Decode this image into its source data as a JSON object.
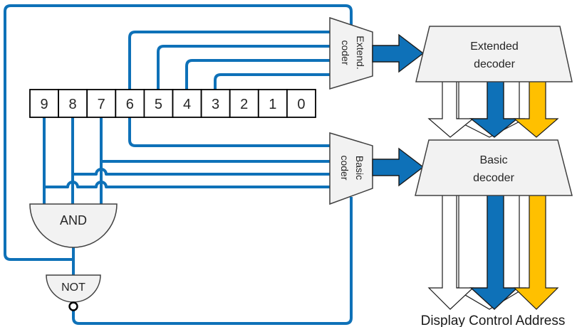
{
  "register": {
    "cells": [
      "9",
      "8",
      "7",
      "6",
      "5",
      "4",
      "3",
      "2",
      "1",
      "0"
    ]
  },
  "coders": {
    "extended": {
      "line1": "Extend.",
      "line2": "coder"
    },
    "basic": {
      "line1": "Basic",
      "line2": "coder"
    }
  },
  "decoders": {
    "extended": {
      "line1": "Extended",
      "line2": "decoder"
    },
    "basic": {
      "line1": "Basic",
      "line2": "decoder"
    }
  },
  "gates": {
    "and": "AND",
    "not": "NOT"
  },
  "caption": "Display Control Address",
  "colors": {
    "wire_blue": "#0e71b8",
    "arrow_blue": "#0e71b8",
    "arrow_yellow": "#ffc000",
    "arrow_white": "#ffffff",
    "shape_fill": "#f2f2f2",
    "shape_outline": "#404040",
    "arrow_outline": "#1a1a1a"
  }
}
